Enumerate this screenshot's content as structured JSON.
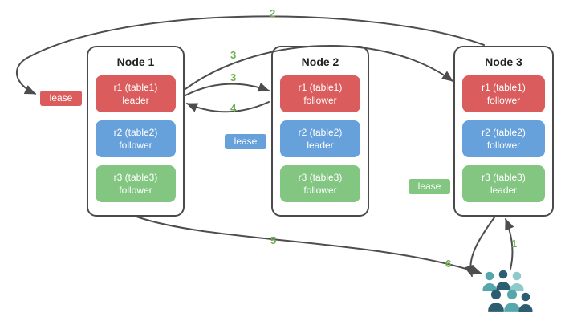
{
  "nodes": [
    {
      "title": "Node 1",
      "replicas": [
        {
          "name": "r1 (table1)",
          "role": "leader",
          "color": "#DB5C5C"
        },
        {
          "name": "r2 (table2)",
          "role": "follower",
          "color": "#66A1DB"
        },
        {
          "name": "r3 (table3)",
          "role": "follower",
          "color": "#82C682"
        }
      ]
    },
    {
      "title": "Node 2",
      "replicas": [
        {
          "name": "r1 (table1)",
          "role": "follower",
          "color": "#DB5C5C"
        },
        {
          "name": "r2 (table2)",
          "role": "leader",
          "color": "#66A1DB"
        },
        {
          "name": "r3 (table3)",
          "role": "follower",
          "color": "#82C682"
        }
      ]
    },
    {
      "title": "Node 3",
      "replicas": [
        {
          "name": "r1 (table1)",
          "role": "follower",
          "color": "#DB5C5C"
        },
        {
          "name": "r2 (table2)",
          "role": "follower",
          "color": "#66A1DB"
        },
        {
          "name": "r3 (table3)",
          "role": "leader",
          "color": "#82C682"
        }
      ]
    }
  ],
  "leases": [
    {
      "label": "lease",
      "color": "#DB5C5C"
    },
    {
      "label": "lease",
      "color": "#66A1DB"
    },
    {
      "label": "lease",
      "color": "#82C682"
    }
  ],
  "steps": {
    "1": "1",
    "2": "2",
    "3": "3",
    "4": "4",
    "5": "5",
    "6": "6"
  },
  "icons": {
    "users": "users-icon"
  },
  "colors": {
    "arrow": "#4D4D4D",
    "step_label": "#6FAE50",
    "node_border": "#4A4A4A",
    "replica_red": "#DB5C5C",
    "replica_blue": "#66A1DB",
    "replica_green": "#82C682",
    "users_teal": "#55A7AC",
    "users_dark": "#2D5D70",
    "users_light": "#8FC9C9"
  }
}
